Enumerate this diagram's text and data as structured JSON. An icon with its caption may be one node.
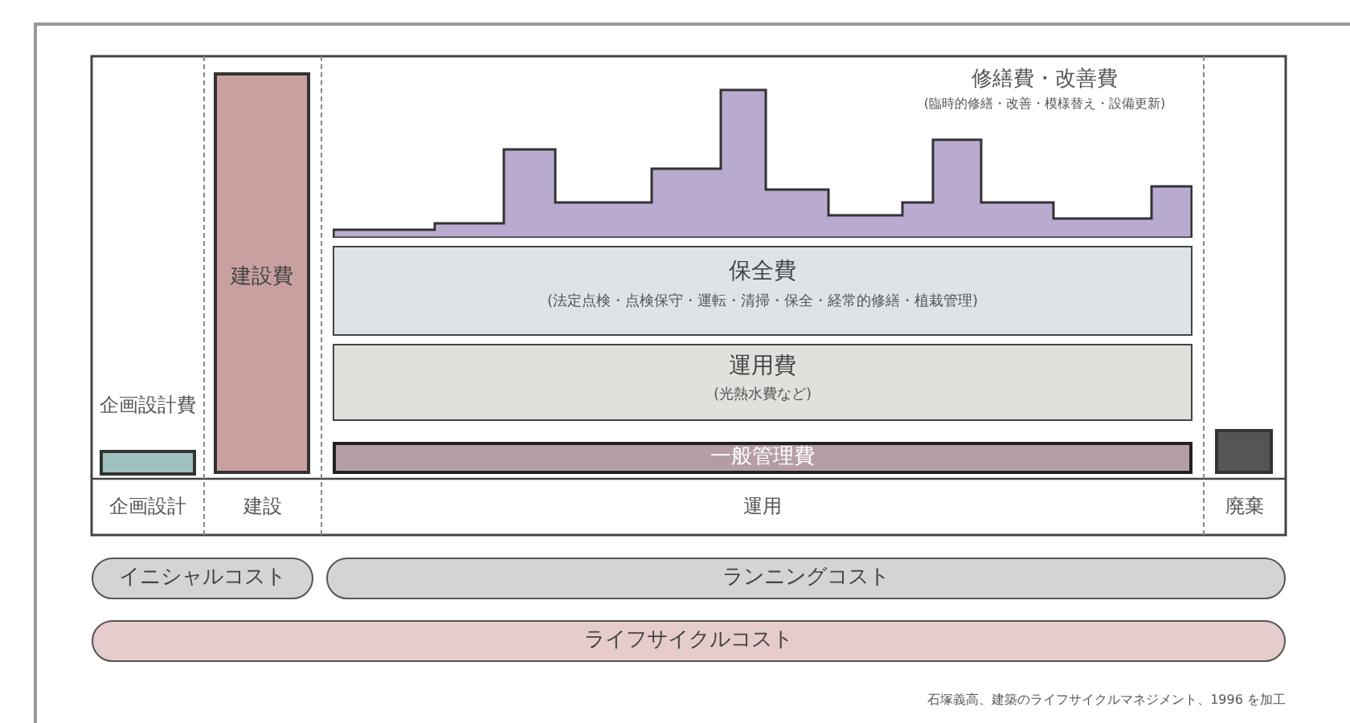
{
  "diagram": {
    "nodes": [
      {
        "text": [
          "企画設計費"
        ]
      },
      {
        "text": [
          "建設費"
        ]
      },
      {
        "text": [
          "修繕費・改善費",
          "(臨時的修繕・改善・模様替え・設備更新)"
        ]
      },
      {
        "text": [
          "保全費",
          "(法定点検・点検保守・運転・清掃・保全・経常的修繕・植栽管理)"
        ]
      },
      {
        "text": [
          "運用費",
          "(光熱水費など)"
        ]
      },
      {
        "text": [
          "一般管理費"
        ]
      },
      {
        "text": [],
        "shape": "box"
      },
      {
        "text": [
          "イニシャルコスト"
        ]
      },
      {
        "text": [
          "ランニングコスト"
        ]
      },
      {
        "text": [
          "ライフサイクルコスト"
        ]
      }
    ],
    "edges": [],
    "labels": [
      "企画設計",
      "建設",
      "運用",
      "廃棄",
      "石塚義高、建築のライフサイクルマネジメント、1996 を加工"
    ]
  }
}
